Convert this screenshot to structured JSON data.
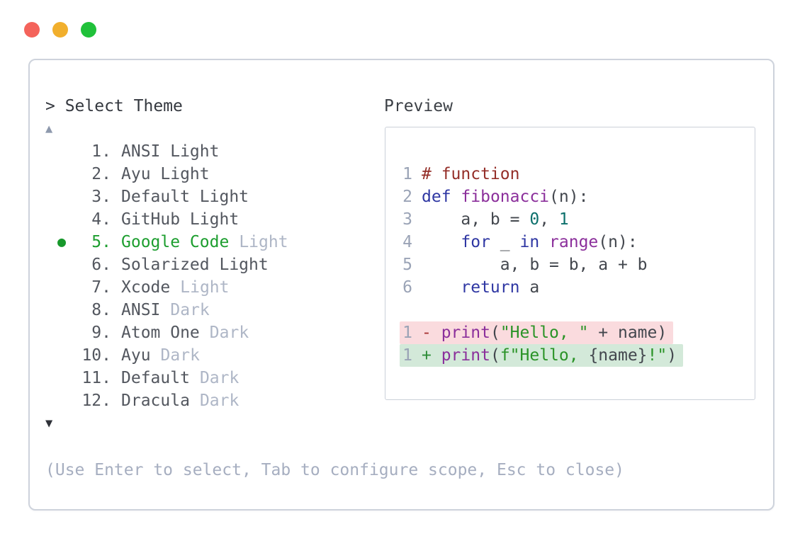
{
  "window": {
    "controls": [
      {
        "name": "close",
        "color": "#f4635b"
      },
      {
        "name": "minimize",
        "color": "#f1af2d"
      },
      {
        "name": "zoom",
        "color": "#20c13a"
      }
    ]
  },
  "selector": {
    "prompt": "> Select Theme",
    "scroll_up_indicator": "▲",
    "scroll_down_indicator": "▼",
    "selected_indicator": "●",
    "items": [
      {
        "number": "1.",
        "name": "ANSI Light",
        "suffix": "",
        "selected": false
      },
      {
        "number": "2.",
        "name": "Ayu Light",
        "suffix": "",
        "selected": false
      },
      {
        "number": "3.",
        "name": "Default Light",
        "suffix": "",
        "selected": false
      },
      {
        "number": "4.",
        "name": "GitHub Light",
        "suffix": "",
        "selected": false
      },
      {
        "number": "5.",
        "name": "Google Code",
        "suffix": "Light",
        "selected": true
      },
      {
        "number": "6.",
        "name": "Solarized Light",
        "suffix": "",
        "selected": false
      },
      {
        "number": "7.",
        "name": "Xcode",
        "suffix": "Light",
        "selected": false
      },
      {
        "number": "8.",
        "name": "ANSI",
        "suffix": "Dark",
        "selected": false
      },
      {
        "number": "9.",
        "name": "Atom One",
        "suffix": "Dark",
        "selected": false
      },
      {
        "number": "10.",
        "name": "Ayu",
        "suffix": "Dark",
        "selected": false
      },
      {
        "number": "11.",
        "name": "Default",
        "suffix": "Dark",
        "selected": false
      },
      {
        "number": "12.",
        "name": "Dracula",
        "suffix": "Dark",
        "selected": false
      }
    ],
    "hint": "(Use Enter to select, Tab to configure scope, Esc to close)"
  },
  "preview": {
    "title": "Preview",
    "code_lines": [
      {
        "ln": "1",
        "tokens": [
          {
            "t": "# function",
            "c": "comment"
          }
        ]
      },
      {
        "ln": "2",
        "tokens": [
          {
            "t": "def",
            "c": "keyword"
          },
          {
            "t": " ",
            "c": "plain"
          },
          {
            "t": "fibonacci",
            "c": "func"
          },
          {
            "t": "(n):",
            "c": "plain"
          }
        ]
      },
      {
        "ln": "3",
        "tokens": [
          {
            "t": "    a, b = ",
            "c": "plain"
          },
          {
            "t": "0",
            "c": "literal"
          },
          {
            "t": ", ",
            "c": "plain"
          },
          {
            "t": "1",
            "c": "literal"
          }
        ]
      },
      {
        "ln": "4",
        "tokens": [
          {
            "t": "    ",
            "c": "plain"
          },
          {
            "t": "for",
            "c": "keyword"
          },
          {
            "t": " _ ",
            "c": "plain"
          },
          {
            "t": "in",
            "c": "keyword"
          },
          {
            "t": " ",
            "c": "plain"
          },
          {
            "t": "range",
            "c": "func"
          },
          {
            "t": "(n):",
            "c": "plain"
          }
        ]
      },
      {
        "ln": "5",
        "tokens": [
          {
            "t": "        a, b = b, a + b",
            "c": "plain"
          }
        ]
      },
      {
        "ln": "6",
        "tokens": [
          {
            "t": "    ",
            "c": "plain"
          },
          {
            "t": "return",
            "c": "keyword"
          },
          {
            "t": " a",
            "c": "plain"
          }
        ]
      },
      {
        "ln": "",
        "tokens": []
      },
      {
        "ln": "1",
        "bg": "removed",
        "tokens": [
          {
            "t": "- ",
            "c": "minus"
          },
          {
            "t": "print",
            "c": "func"
          },
          {
            "t": "(",
            "c": "plain"
          },
          {
            "t": "\"Hello, \"",
            "c": "string"
          },
          {
            "t": " + name)",
            "c": "plain"
          }
        ]
      },
      {
        "ln": "1",
        "bg": "added",
        "tokens": [
          {
            "t": "+ ",
            "c": "plus"
          },
          {
            "t": "print",
            "c": "func"
          },
          {
            "t": "(",
            "c": "plain"
          },
          {
            "t": "f\"Hello, ",
            "c": "string"
          },
          {
            "t": "{name}",
            "c": "plain"
          },
          {
            "t": "!\"",
            "c": "string"
          },
          {
            "t": ")",
            "c": "plain"
          }
        ]
      }
    ]
  },
  "palette": {
    "selected_green": "#1d9e2f",
    "muted_suffix": "#aeb6c6",
    "hint_text": "#a6aec0",
    "list_text": "#53575f",
    "border": "#ced3dc",
    "line_number": "#9aa3b6",
    "syntax_comment": "#942e28",
    "syntax_keyword": "#2f37a3",
    "syntax_name": "#8b2f9b",
    "syntax_literal": "#0c706c",
    "syntax_string": "#2a9327",
    "diff_removed_bg": "#fadbde",
    "diff_added_bg": "#d3e9d9"
  }
}
